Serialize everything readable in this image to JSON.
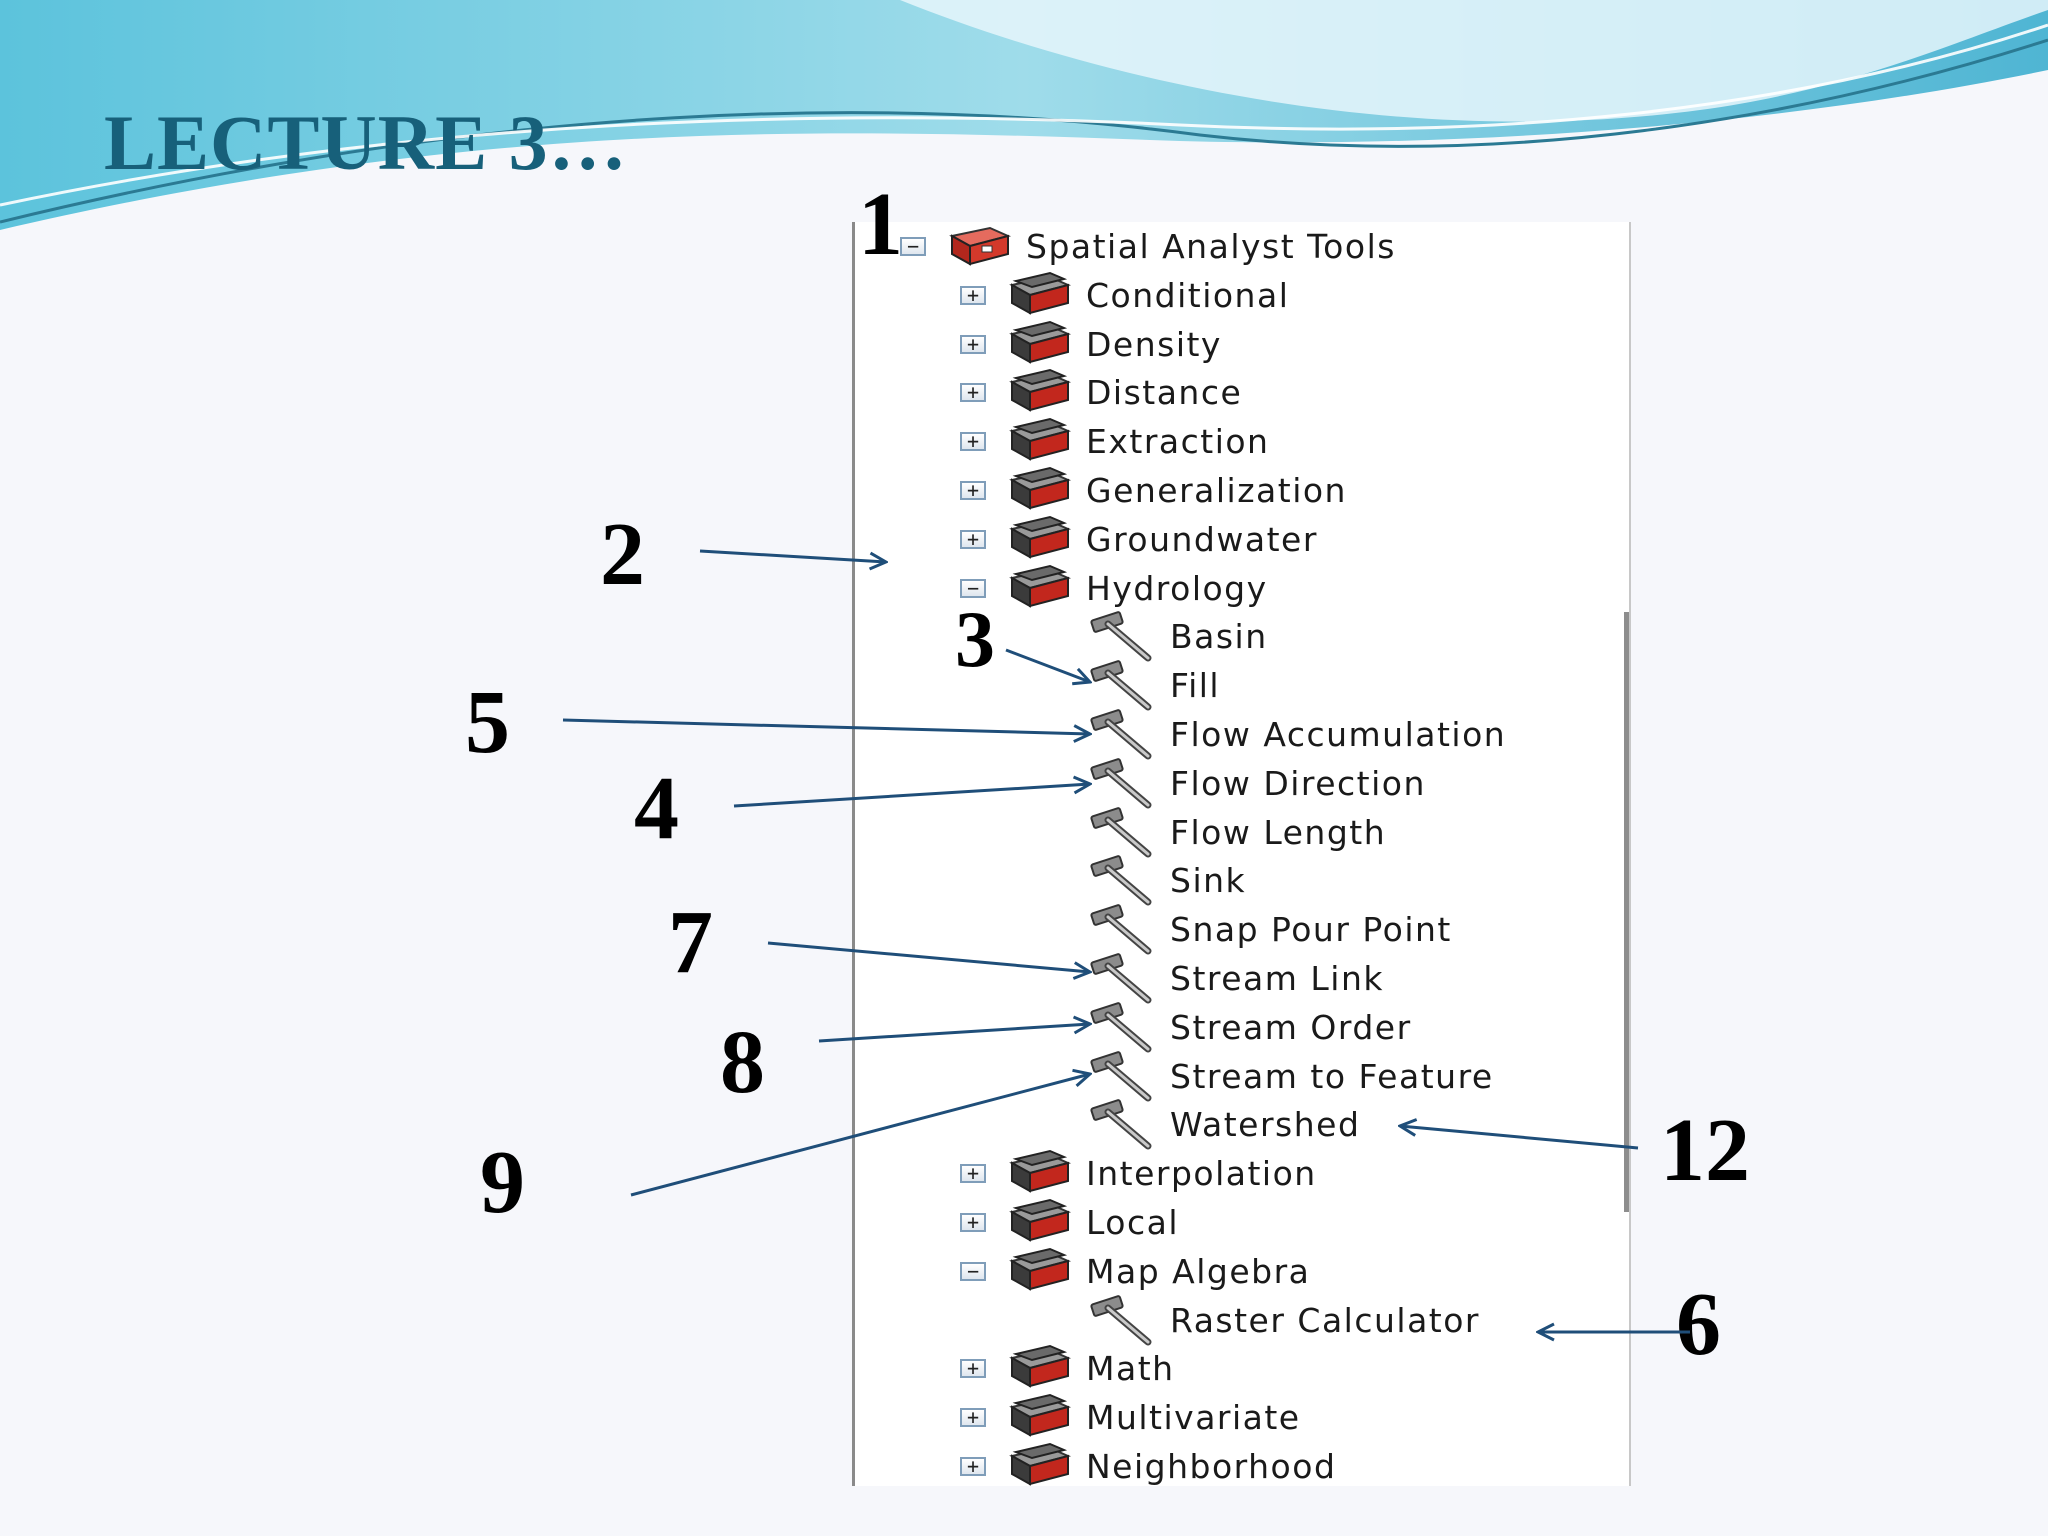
{
  "slide": {
    "title": "LECTURE 3…",
    "colors": {
      "title": "#17607a",
      "wave_dark": "#59bcd6",
      "wave_light": "#a7e0ef",
      "arrow": "#1f4e79"
    }
  },
  "tree": {
    "root": {
      "label": "Spatial Analyst Tools",
      "expander": "−",
      "icon": "red-toolbox-icon"
    },
    "items": [
      {
        "label": "Conditional",
        "expander": "+",
        "icon": "toolset-icon"
      },
      {
        "label": "Density",
        "expander": "+",
        "icon": "toolset-icon"
      },
      {
        "label": "Distance",
        "expander": "+",
        "icon": "toolset-icon"
      },
      {
        "label": "Extraction",
        "expander": "+",
        "icon": "toolset-icon"
      },
      {
        "label": "Generalization",
        "expander": "+",
        "icon": "toolset-icon"
      },
      {
        "label": "Groundwater",
        "expander": "+",
        "icon": "toolset-icon"
      },
      {
        "label": "Hydrology",
        "expander": "−",
        "icon": "toolset-icon",
        "children": [
          {
            "label": "Basin",
            "icon": "hammer-icon"
          },
          {
            "label": "Fill",
            "icon": "hammer-icon"
          },
          {
            "label": "Flow Accumulation",
            "icon": "hammer-icon"
          },
          {
            "label": "Flow Direction",
            "icon": "hammer-icon"
          },
          {
            "label": "Flow Length",
            "icon": "hammer-icon"
          },
          {
            "label": "Sink",
            "icon": "hammer-icon"
          },
          {
            "label": "Snap Pour Point",
            "icon": "hammer-icon"
          },
          {
            "label": "Stream Link",
            "icon": "hammer-icon"
          },
          {
            "label": "Stream Order",
            "icon": "hammer-icon"
          },
          {
            "label": "Stream to Feature",
            "icon": "hammer-icon"
          },
          {
            "label": "Watershed",
            "icon": "hammer-icon"
          }
        ]
      },
      {
        "label": "Interpolation",
        "expander": "+",
        "icon": "toolset-icon"
      },
      {
        "label": "Local",
        "expander": "+",
        "icon": "toolset-icon"
      },
      {
        "label": "Map Algebra",
        "expander": "−",
        "icon": "toolset-icon",
        "children": [
          {
            "label": "Raster Calculator",
            "icon": "hammer-icon"
          }
        ]
      },
      {
        "label": "Math",
        "expander": "+",
        "icon": "toolset-icon"
      },
      {
        "label": "Multivariate",
        "expander": "+",
        "icon": "toolset-icon"
      },
      {
        "label": "Neighborhood",
        "expander": "+",
        "icon": "toolset-icon"
      }
    ]
  },
  "callouts": {
    "n1": "1",
    "n2": "2",
    "n3": "3",
    "n4": "4",
    "n5": "5",
    "n6": "6",
    "n7": "7",
    "n8": "8",
    "n9": "9",
    "n12": "12"
  }
}
